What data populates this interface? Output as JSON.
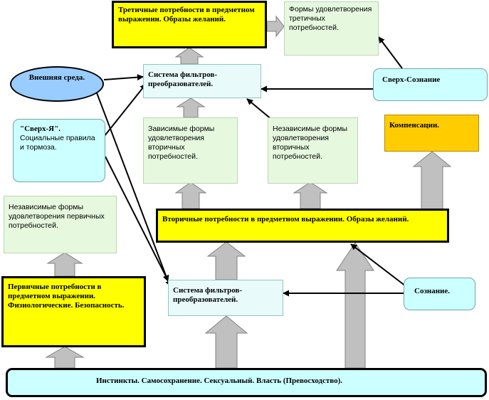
{
  "tertiary_needs": "Третичные потребности в предметном выражении. Образы желаний.",
  "tertiary_forms": "Формы удовлетворения третичных потребностей.",
  "filter_top": "Система фильтров-преобразователей.",
  "external_env": "Внешняя среда.",
  "super_ego_title": "\"Сверх-Я\".",
  "super_ego_text": "Социальные правила и тормоза.",
  "super_consciousness": "Сверх-Сознание",
  "dependent_forms": "Зависимые формы удовлетворения вторичных потребностей.",
  "independent_secondary_forms": "Независимые формы удовлетворения вторичных потребностей.",
  "compensation": "Компенсации.",
  "independent_primary_forms": "Независимые формы удовлетворения первичных потребностей.",
  "secondary_needs": "Вторичные потребности в предметном выражении. Образы желаний.",
  "primary_needs": "Первичные потребности в предметном выражении. Физиологические. Безопасность.",
  "filter_bottom": "Система фильтров-преобразователей.",
  "consciousness": "Сознание.",
  "instincts": "Инстинкты. Самосохранение. Сексуальный. Власть (Превосходство)."
}
